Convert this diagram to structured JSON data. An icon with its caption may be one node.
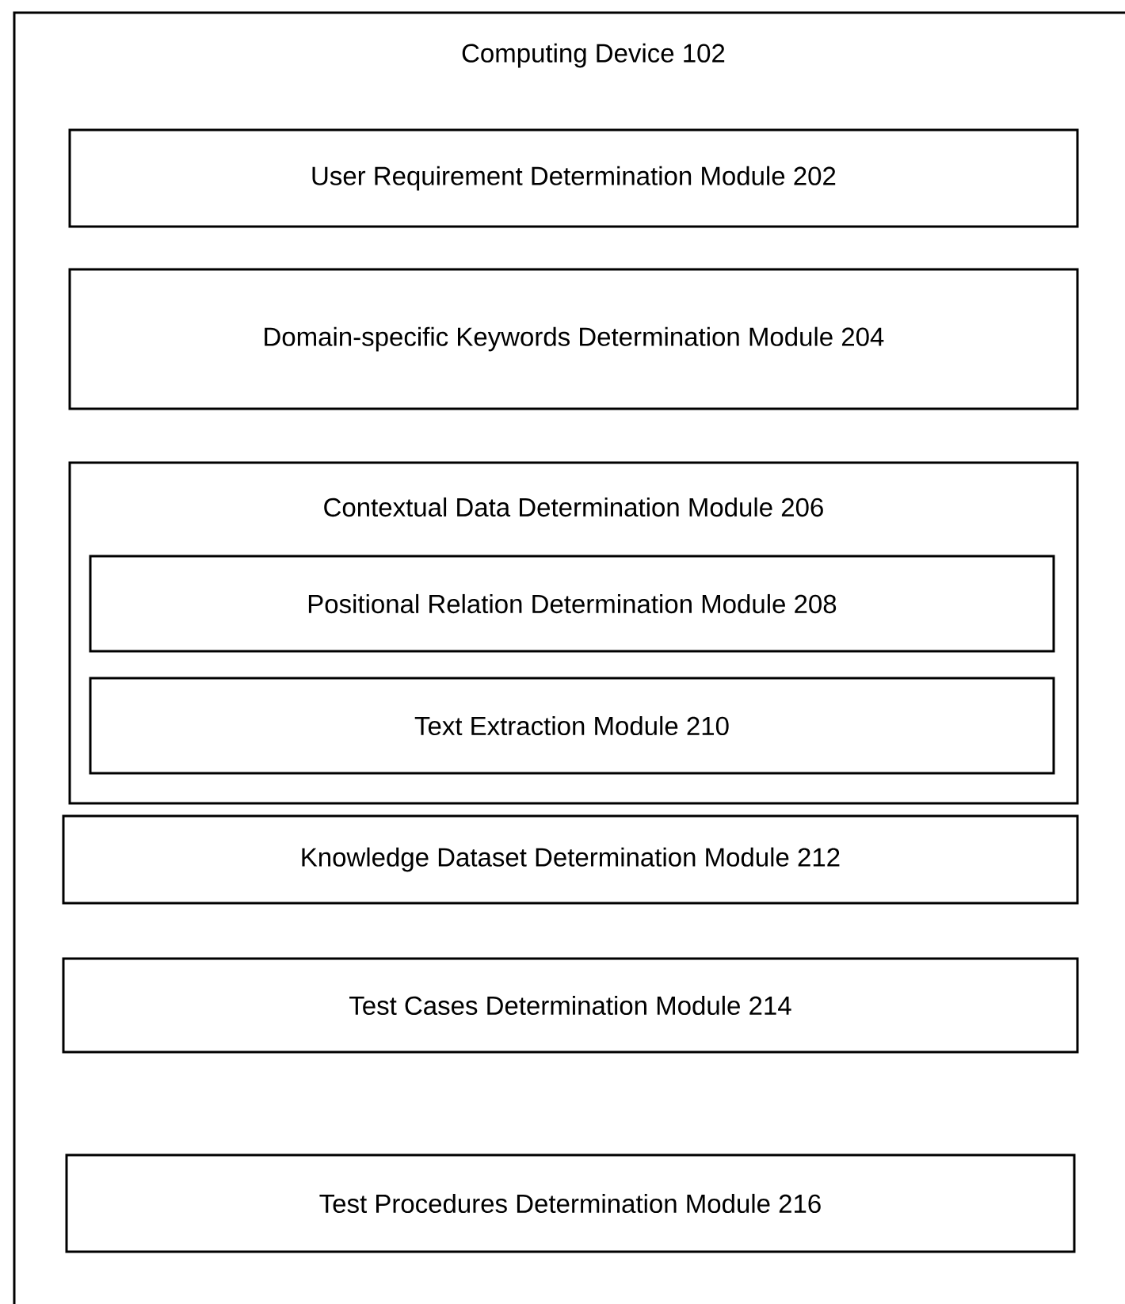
{
  "diagram": {
    "nodes": [
      {
        "text": [
          "Computing Device 102"
        ]
      },
      {
        "text": [
          "User Requirement Determination Module 202"
        ],
        "in": 0
      },
      {
        "text": [
          "Domain-specific Keywords Determination Module 204"
        ],
        "in": 0
      },
      {
        "text": [
          "Contextual Data Determination Module 206"
        ],
        "in": 0
      },
      {
        "text": [
          "Positional Relation Determination Module 208"
        ],
        "in": 3
      },
      {
        "text": [
          "Text Extraction Module 210"
        ],
        "in": 3
      },
      {
        "text": [
          "Knowledge Dataset Determination Module 212"
        ],
        "in": 0
      },
      {
        "text": [
          "Test Cases Determination Module 214"
        ],
        "in": 0
      },
      {
        "text": [
          "Test Procedures Determination Module 216"
        ],
        "in": 0
      }
    ]
  }
}
